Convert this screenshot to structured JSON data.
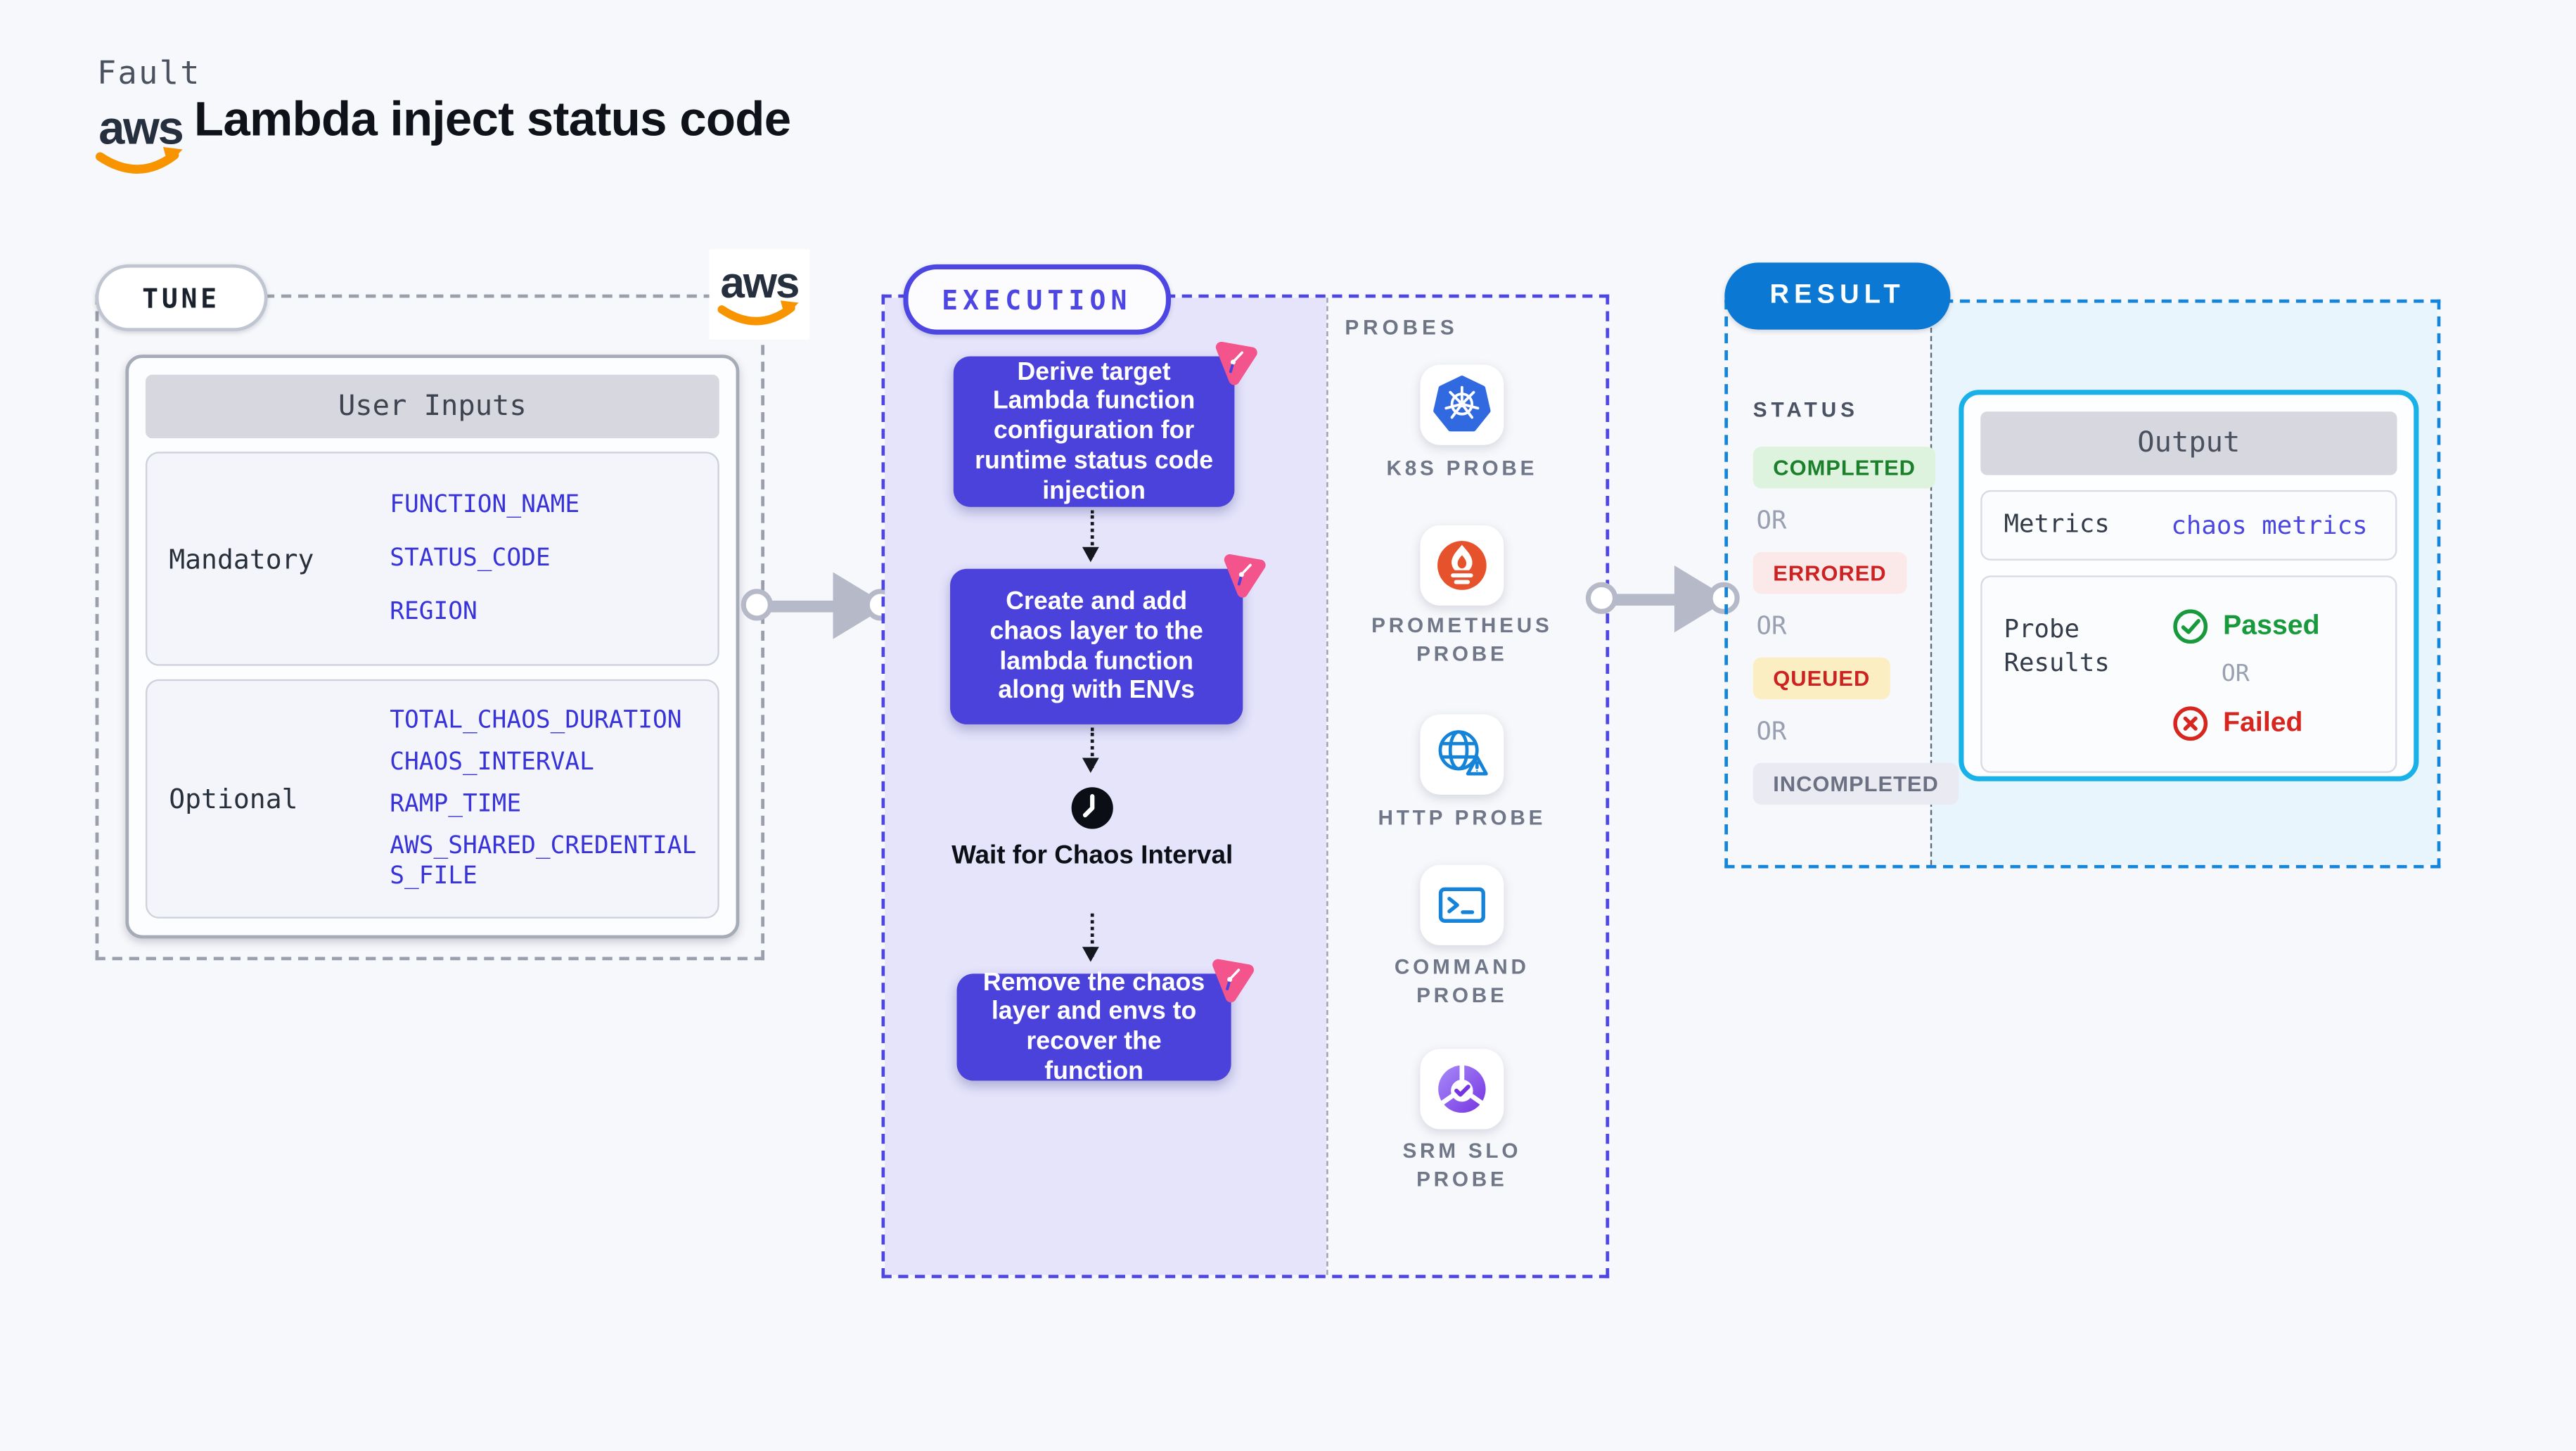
{
  "header": {
    "kicker": "Fault",
    "title": "Lambda inject status code",
    "aws_logo_text": "aws"
  },
  "tune": {
    "section_label": "TUNE",
    "card": {
      "title": "User Inputs",
      "groups": [
        {
          "label": "Mandatory",
          "params": [
            "FUNCTION_NAME",
            "STATUS_CODE",
            "REGION"
          ]
        },
        {
          "label": "Optional",
          "params": [
            "TOTAL_CHAOS_DURATION",
            "CHAOS_INTERVAL",
            "RAMP_TIME",
            "AWS_SHARED_CREDENTIALS_FILE"
          ]
        }
      ]
    }
  },
  "execution": {
    "section_label": "EXECUTION",
    "steps": [
      "Derive target Lambda function configuration for runtime status code injection",
      "Create and add chaos layer to the lambda function along with ENVs",
      "Remove the chaos layer and envs to recover the function"
    ],
    "wait_label": "Wait for Chaos Interval",
    "probes": {
      "label": "PROBES",
      "items": [
        {
          "name": "K8S PROBE",
          "icon": "kubernetes-icon"
        },
        {
          "name": "PROMETHEUS PROBE",
          "icon": "prometheus-icon"
        },
        {
          "name": "HTTP PROBE",
          "icon": "http-globe-icon"
        },
        {
          "name": "COMMAND PROBE",
          "icon": "command-terminal-icon"
        },
        {
          "name": "SRM SLO PROBE",
          "icon": "srm-slo-icon"
        }
      ]
    }
  },
  "result": {
    "section_label": "RESULT",
    "status": {
      "label": "STATUS",
      "or_label": "OR",
      "badges": [
        "COMPLETED",
        "ERRORED",
        "QUEUED",
        "INCOMPLETED"
      ]
    },
    "output": {
      "title": "Output",
      "metrics_label": "Metrics",
      "metrics_link": "chaos metrics",
      "probe_results_label": "Probe Results",
      "or_label": "OR",
      "passed_label": "Passed",
      "failed_label": "Failed"
    }
  },
  "colors": {
    "accent_indigo": "#4b42dc",
    "execution_border": "#4e46e3",
    "result_blue": "#0b79d3",
    "result_border": "#1485d8",
    "output_border": "#18b1e8",
    "param_blue": "#3833d8",
    "completed_green": "#1b7f2c",
    "errored_red": "#cc2222",
    "queued_red": "#cc2222",
    "incompleted_gray": "#6b7183",
    "passed_green": "#189a3c",
    "failed_red": "#d7261f",
    "litmus_pink": "#f3548b",
    "aws_orange": "#f79400",
    "lavender_fill": "#e5e4fb",
    "cyan_fill": "#e8f5fd"
  }
}
